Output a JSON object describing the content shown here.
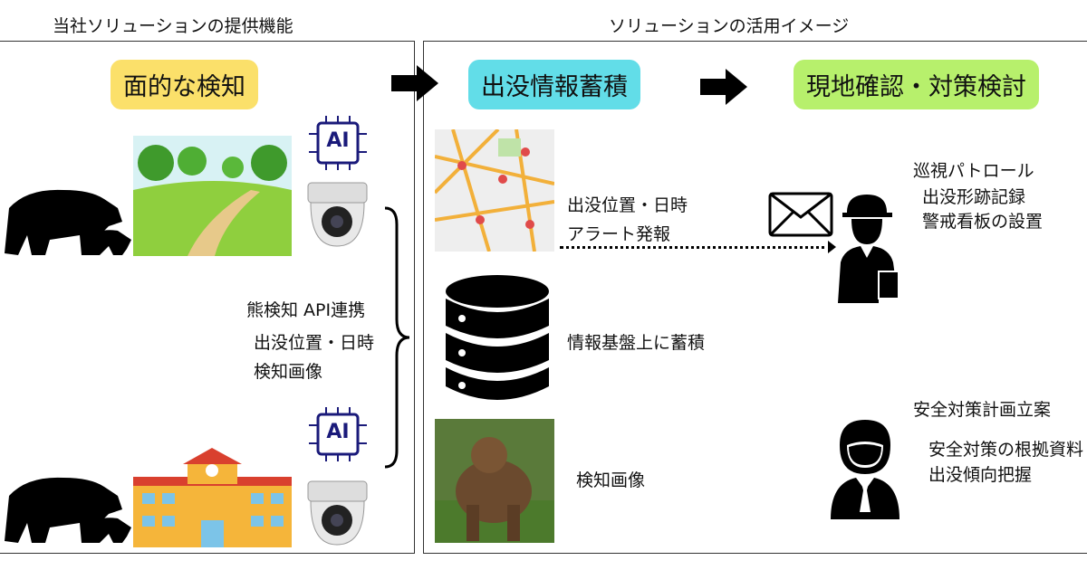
{
  "headers": {
    "left": "当社ソリューションの提供機能",
    "right": "ソリューションの活用イメージ"
  },
  "tags": [
    {
      "label": "面的な検知",
      "color": "#fbe06a"
    },
    {
      "label": "出没情報蓄積",
      "color": "#62dde8"
    },
    {
      "label": "現地確認・対策検討",
      "color": "#b7f06c"
    }
  ],
  "ai_label": "AI",
  "left_text": [
    "熊検知 API連携",
    "出没位置・日時",
    "検知画像"
  ],
  "alert_text": [
    "出没位置・日時",
    "アラート発報"
  ],
  "db_text": "情報基盤上に蓄積",
  "image_text": "検知画像",
  "patrol": {
    "title": "巡視パトロール",
    "items": [
      "出没形跡記録",
      "警戒看板の設置"
    ]
  },
  "plan": {
    "title": "安全対策計画立案",
    "items": [
      "安全対策の根拠資料",
      "出没傾向把握"
    ]
  }
}
